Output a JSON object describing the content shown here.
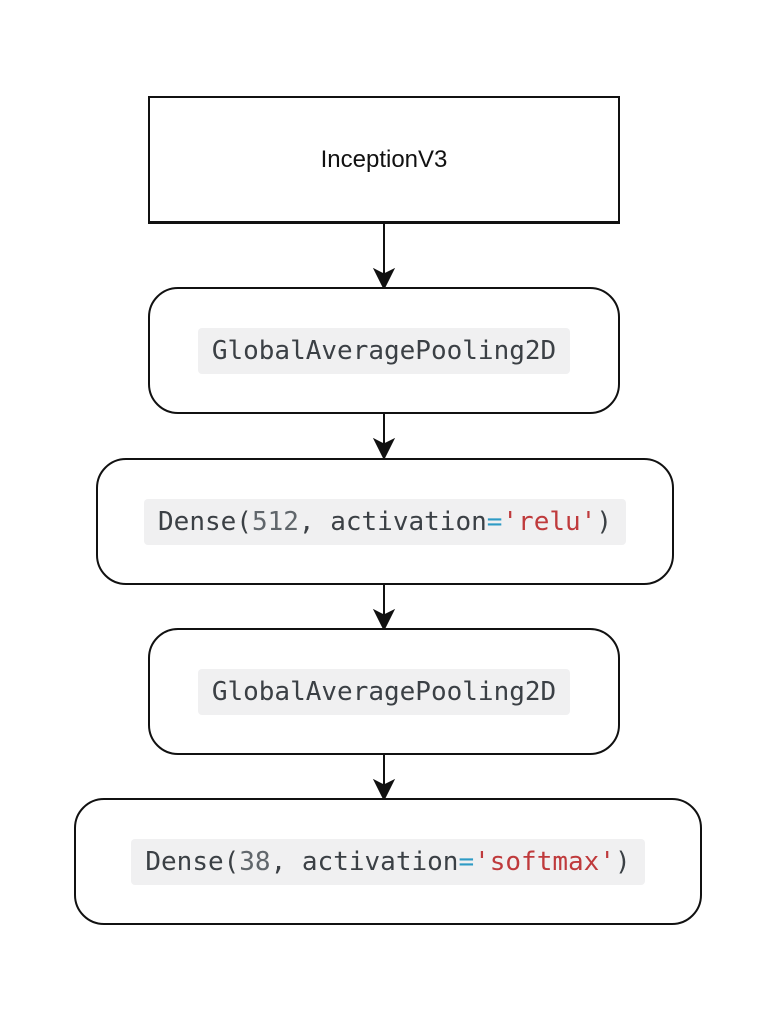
{
  "page": {
    "background_color": "#ffffff",
    "description": "Flowchart of a transfer-learning neural network architecture"
  },
  "colors": {
    "node_border": "#111111",
    "node_fill": "#ffffff",
    "arrow": "#111111",
    "plain_label_text": "#111111",
    "code_chip_background": "#f0f0f1",
    "code_default_text": "#3b4045",
    "code_number_text": "#60666b",
    "code_operator_text": "#2e9bc5",
    "code_string_text": "#bf3a3c"
  },
  "diagram": {
    "type": "flowchart",
    "direction": "top-to-bottom",
    "nodes": [
      {
        "id": "inception-v3",
        "shape": "rectangle",
        "label": "InceptionV3"
      },
      {
        "id": "global-average-pooling-1",
        "shape": "rounded-rectangle",
        "code": "GlobalAveragePooling2D"
      },
      {
        "id": "dense-relu",
        "shape": "rounded-rectangle",
        "code": "Dense(512, activation='relu')",
        "tokens": {
          "fn_open": "Dense(",
          "number": "512",
          "arg_sep": ", activation",
          "operator": "=",
          "string": "'relu'",
          "close": ")"
        }
      },
      {
        "id": "global-average-pooling-2",
        "shape": "rounded-rectangle",
        "code": "GlobalAveragePooling2D"
      },
      {
        "id": "dense-softmax",
        "shape": "rounded-rectangle",
        "code": "Dense(38, activation='softmax')",
        "tokens": {
          "fn_open": "Dense(",
          "number": "38",
          "arg_sep": ", activation",
          "operator": "=",
          "string": "'softmax'",
          "close": ")"
        }
      }
    ],
    "edges": [
      {
        "from": "inception-v3",
        "to": "global-average-pooling-1",
        "style": "solid-arrow-down"
      },
      {
        "from": "global-average-pooling-1",
        "to": "dense-relu",
        "style": "solid-arrow-down"
      },
      {
        "from": "dense-relu",
        "to": "global-average-pooling-2",
        "style": "solid-arrow-down"
      },
      {
        "from": "global-average-pooling-2",
        "to": "dense-softmax",
        "style": "solid-arrow-down"
      }
    ]
  }
}
